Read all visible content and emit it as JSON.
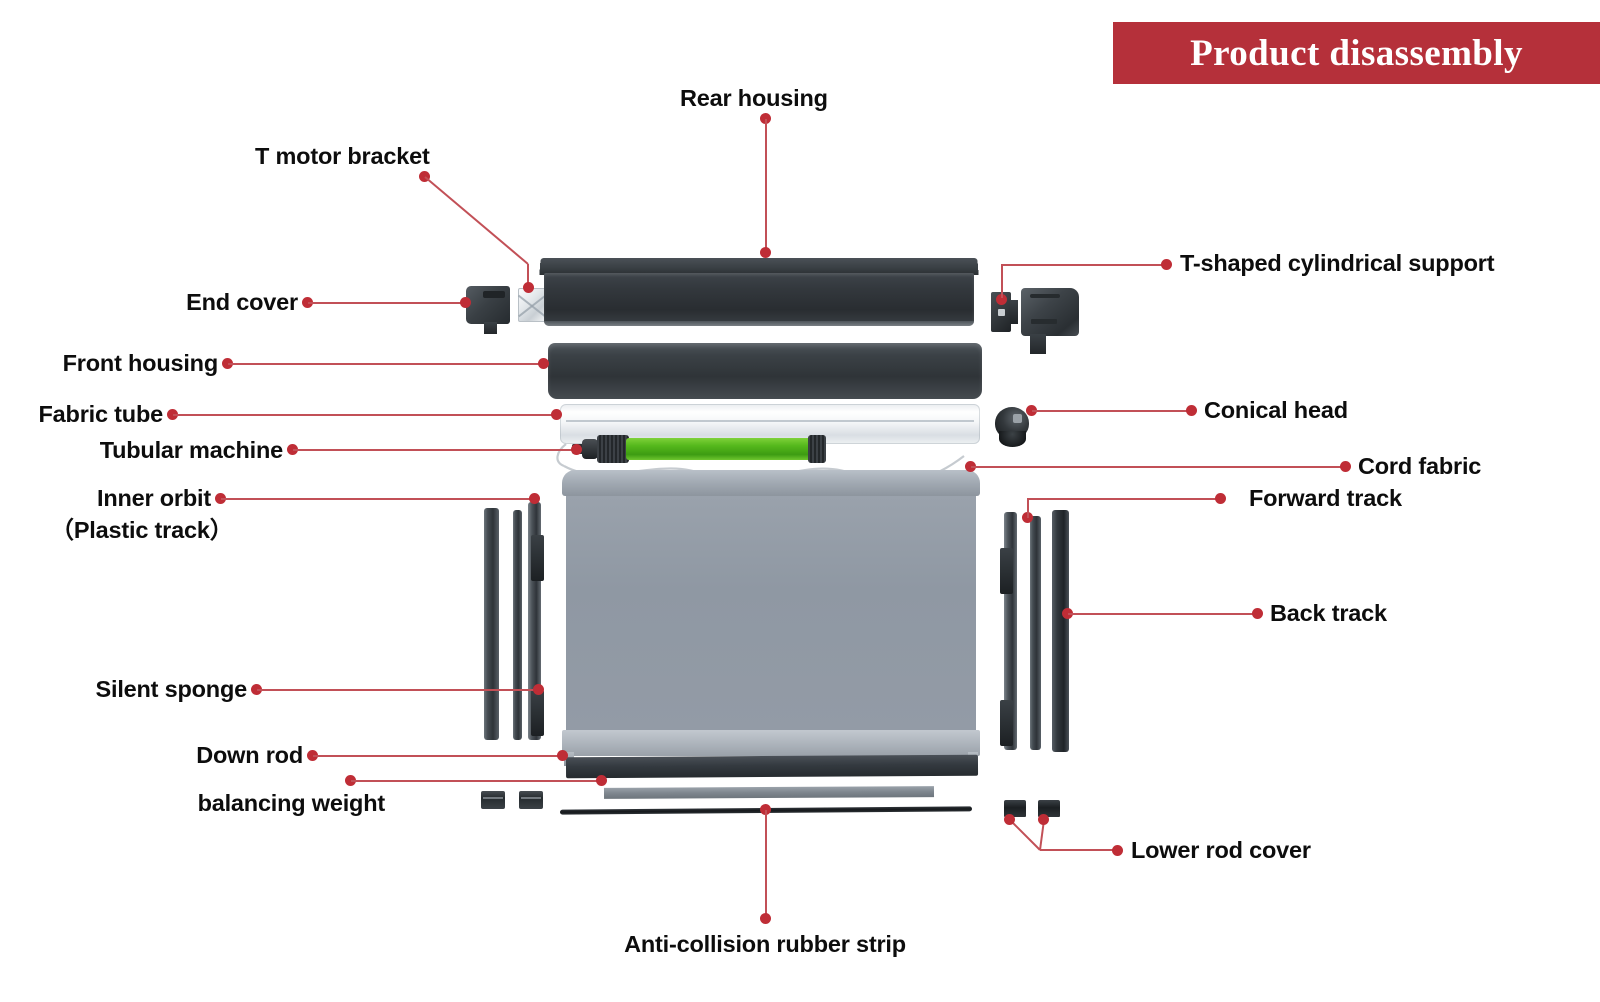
{
  "banner": {
    "title": "Product disassembly",
    "background_color": "#b5303a",
    "text_color": "#ffffff"
  },
  "theme": {
    "leader_line_color": "#c25057",
    "leader_dot_color": "#bf2d36",
    "label_text_color": "#0d0d0d",
    "page_background": "#ffffff",
    "fabric_color": "#939ba6",
    "housing_color": "#33383d",
    "motor_color": "#55b81c"
  },
  "labels": {
    "rear_housing": "Rear housing",
    "t_motor_bracket": "T motor bracket",
    "end_cover": "End cover",
    "front_housing": "Front housing",
    "fabric_tube": "Fabric tube",
    "tubular_machine": "Tubular machine",
    "inner_orbit_line1": "Inner orbit",
    "inner_orbit_line2": "（Plastic track）",
    "silent_sponge": "Silent sponge",
    "down_rod": "Down rod",
    "balancing_weight": "balancing weight",
    "anti_collision_rubber_strip": "Anti-collision rubber strip",
    "t_shaped_cylindrical_support": "T-shaped cylindrical support",
    "conical_head": "Conical head",
    "cord_fabric": "Cord fabric",
    "forward_track": "Forward track",
    "back_track": "Back track",
    "lower_rod_cover": "Lower rod cover"
  },
  "parts": [
    {
      "name": "rear-housing",
      "label": "Rear housing"
    },
    {
      "name": "t-motor-bracket",
      "label": "T motor bracket"
    },
    {
      "name": "end-cover",
      "label": "End cover"
    },
    {
      "name": "front-housing",
      "label": "Front housing"
    },
    {
      "name": "fabric-tube",
      "label": "Fabric tube"
    },
    {
      "name": "tubular-machine",
      "label": "Tubular machine"
    },
    {
      "name": "inner-orbit",
      "label": "Inner orbit (Plastic track)"
    },
    {
      "name": "silent-sponge",
      "label": "Silent sponge"
    },
    {
      "name": "down-rod",
      "label": "Down rod"
    },
    {
      "name": "balancing-weight",
      "label": "balancing weight"
    },
    {
      "name": "anti-collision-rubber-strip",
      "label": "Anti-collision rubber strip"
    },
    {
      "name": "t-shaped-cylindrical-support",
      "label": "T-shaped cylindrical support"
    },
    {
      "name": "conical-head",
      "label": "Conical head"
    },
    {
      "name": "cord-fabric",
      "label": "Cord fabric"
    },
    {
      "name": "forward-track",
      "label": "Forward track"
    },
    {
      "name": "back-track",
      "label": "Back track"
    },
    {
      "name": "lower-rod-cover",
      "label": "Lower rod cover"
    }
  ]
}
